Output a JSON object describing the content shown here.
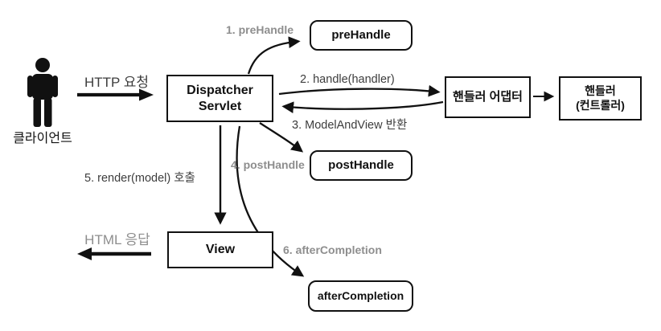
{
  "diagram": {
    "title_hint": "Spring MVC DispatcherServlet interceptor flow",
    "client_label": "클라이언트",
    "http_request_label": "HTTP 요청",
    "html_response_label": "HTML 응답",
    "nodes": {
      "dispatcher_line1": "Dispatcher",
      "dispatcher_line2": "Servlet",
      "pre_handle": "preHandle",
      "post_handle": "postHandle",
      "after_completion": "afterCompletion",
      "handler_adapter": "핸들러 어댑터",
      "handler_line1": "핸들러",
      "handler_line2": "(컨트롤러)",
      "view": "View"
    },
    "steps": {
      "step1": "1. preHandle",
      "step2": "2. handle(handler)",
      "step3": "3. ModelAndView 반환",
      "step4": "4. postHandle",
      "step5": "5. render(model) 호출",
      "step6": "6. afterCompletion"
    }
  },
  "colors": {
    "box_border": "#111111",
    "arrow": "#111111",
    "gray_label": "#8e8e8e",
    "dark_label": "#3d3d3d",
    "background": "#ffffff"
  }
}
